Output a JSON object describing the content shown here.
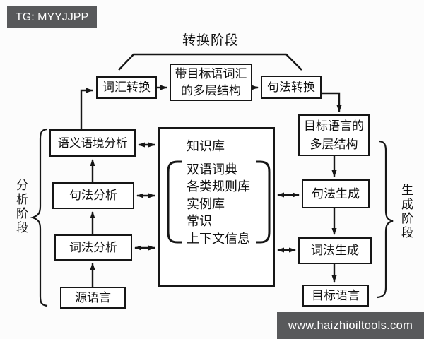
{
  "badge": {
    "label": "TG: MYYJJPP"
  },
  "watermark": {
    "label": "www.haizhioiltools.com"
  },
  "stages": {
    "transform": "转换阶段",
    "analysis": "分析阶段",
    "generation": "生成阶段"
  },
  "nodes": {
    "lexical_transform": {
      "label": "词汇转换"
    },
    "target_lex_multilayer": {
      "line1": "带目标语词汇",
      "line2": "的多层结构"
    },
    "syntax_transform": {
      "label": "句法转换"
    },
    "target_lang_multilayer": {
      "line1": "目标语言的",
      "line2": "多层结构"
    },
    "semantic_context_analysis": {
      "label": "语义语境分析"
    },
    "syntax_analysis": {
      "label": "句法分析"
    },
    "lexical_analysis": {
      "label": "词法分析"
    },
    "source_language": {
      "label": "源语言"
    },
    "syntax_generation": {
      "label": "句法生成"
    },
    "lexical_generation": {
      "label": "词法生成"
    },
    "target_language": {
      "label": "目标语言"
    }
  },
  "knowledge_base": {
    "title": "知识库",
    "items": [
      "双语词典",
      "各类规则库",
      "实例库",
      "常识",
      "上下文信息"
    ]
  },
  "colors": {
    "overlay_bg": "#58595b",
    "overlay_text": "#ffffff",
    "stroke": "#161616"
  }
}
